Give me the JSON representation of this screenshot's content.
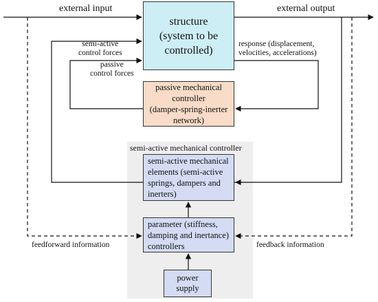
{
  "nodes": {
    "structure": "structure\n(system to be\ncontrolled)",
    "passive_controller": "passive mechanical\ncontroller\n(damper-spring-inerter\nnetwork)",
    "semi_active_region": "semi-active mechanical controller",
    "semi_active_elements": "semi-active mechanical\nelements (semi-active\nsprings, dampers and\ninerters)",
    "parameter_controllers": "parameter (stiffness,\ndamping and inertance)\ncontrollers",
    "power_supply": "power\nsupply"
  },
  "labels": {
    "external_input": "external input",
    "external_output": "external output",
    "semi_active_forces": "semi-active\ncontrol forces",
    "passive_forces": "passive\ncontrol forces",
    "response": "response (displacement,\nvelocities, accelerations)",
    "feedforward": "feedforward information",
    "feedback": "feedback information"
  },
  "colors": {
    "structure_fill": "#cdeef5",
    "passive_fill": "#f8dcc7",
    "semi_active_fill": "#d3dcf3",
    "region_fill": "#eeeeee"
  }
}
